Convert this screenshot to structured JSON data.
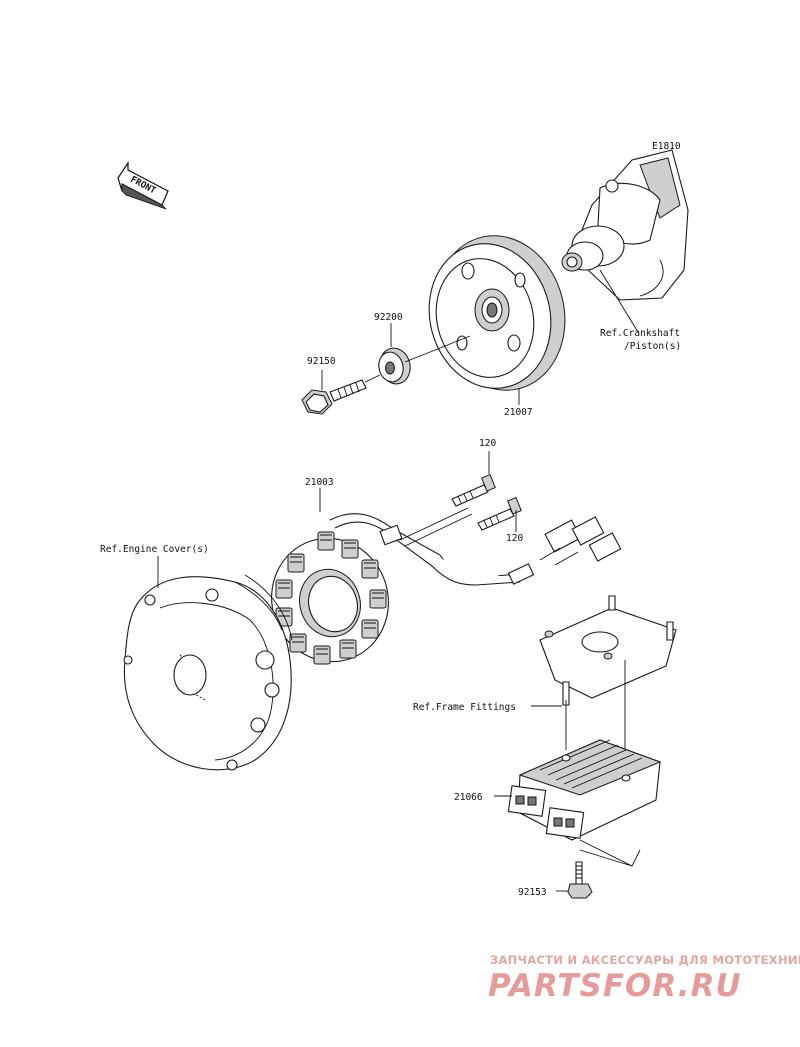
{
  "diagram_code": "E1810",
  "front_label": "FRONT",
  "parts": {
    "p21007": "21007",
    "p92200": "92200",
    "p92150": "92150",
    "p120a": "120",
    "p120b": "120",
    "p21003": "21003",
    "p21066": "21066",
    "p92153": "92153"
  },
  "refs": {
    "crankshaft_line1": "Ref.Crankshaft",
    "crankshaft_line2": "/Piston(s)",
    "engine_cover": "Ref.Engine Cover(s)",
    "frame_fittings": "Ref.Frame Fittings"
  },
  "watermark": {
    "tagline": "ЗАПЧАСТИ И АКСЕССУАРЫ ДЛЯ МОТОТЕХНИКИ",
    "brand": "PARTSFOR.RU"
  }
}
